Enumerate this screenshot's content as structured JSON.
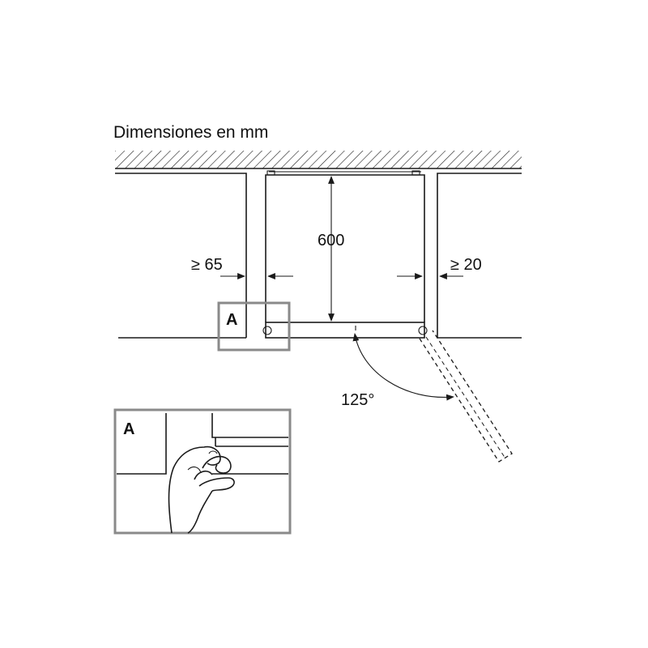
{
  "title": "Dimensiones en mm",
  "dimensions": {
    "depth": "600",
    "left_clearance": "≥ 65",
    "right_clearance": "≥ 20",
    "door_angle": "125°"
  },
  "detail_marker": "A",
  "detail_panel_label": "A",
  "colors": {
    "line": "#1a1a1a",
    "callout_frame": "#8a8a8a",
    "background": "#ffffff"
  }
}
